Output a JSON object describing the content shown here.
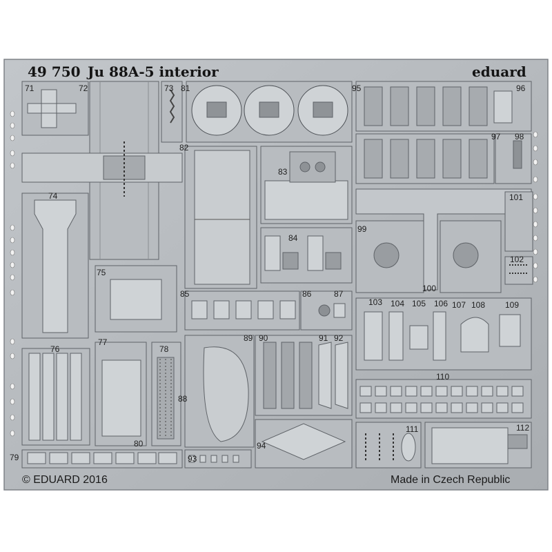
{
  "header": {
    "set_number": "49 750",
    "kit_title": "Ju 88A-5 interior",
    "brand": "eduard"
  },
  "footer": {
    "copyright": "© EDUARD 2016",
    "origin": "Made in Czech Republic"
  },
  "part_numbers": [
    "71",
    "72",
    "73",
    "81",
    "95",
    "96",
    "97",
    "98",
    "82",
    "83",
    "74",
    "84",
    "99",
    "101",
    "75",
    "102",
    "100",
    "85",
    "86",
    "87",
    "103",
    "104",
    "105",
    "106",
    "107",
    "108",
    "109",
    "76",
    "77",
    "78",
    "89",
    "90",
    "91",
    "92",
    "88",
    "110",
    "79",
    "80",
    "93",
    "94",
    "111",
    "112"
  ]
}
